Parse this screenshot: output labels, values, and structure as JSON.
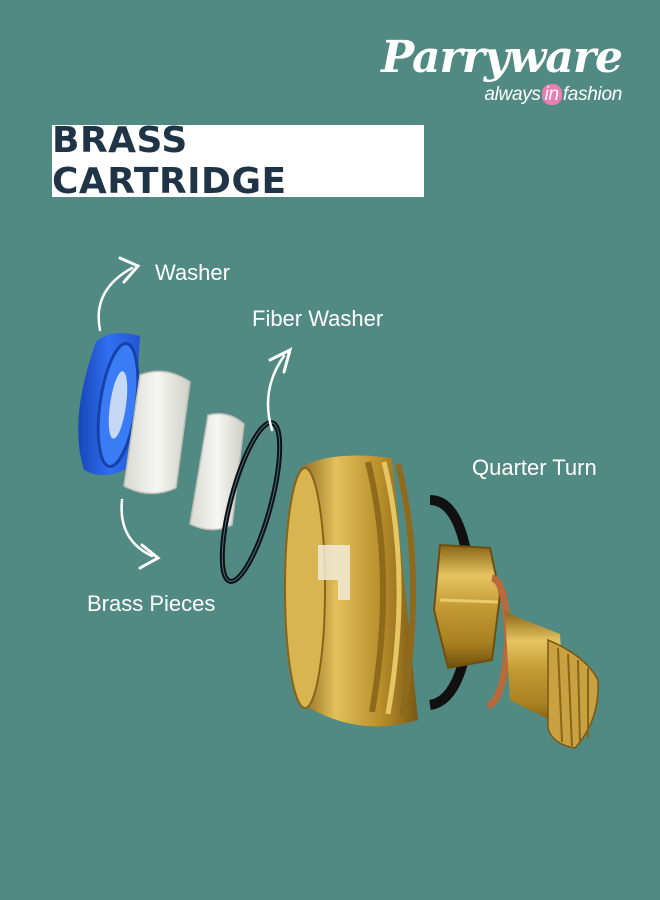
{
  "brand": {
    "name": "Parryware",
    "tagline_before": "always",
    "tagline_highlight": "in",
    "tagline_after": "fashion"
  },
  "title": "BRASS CARTRIDGE",
  "labels": {
    "washer": "Washer",
    "fiber_washer": "Fiber Washer",
    "quarter_turn": "Quarter Turn",
    "brass_pieces": "Brass Pieces"
  },
  "colors": {
    "background": "#518a83",
    "title_text": "#1f3447",
    "washer_blue": "#1f5ee0",
    "brass": "#c9a13d",
    "accent_pink": "#e77fb0"
  },
  "icons": [
    "curved-arrow-icon"
  ]
}
